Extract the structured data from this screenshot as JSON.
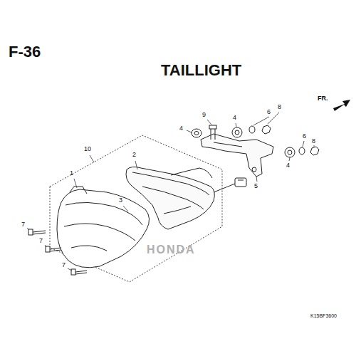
{
  "diagram": {
    "title": "TAILLIGHT",
    "labels": [
      "F-36",
      "10",
      "2",
      "1",
      "3",
      "7",
      "7",
      "7",
      "4",
      "9",
      "4",
      "6",
      "8",
      "6",
      "8",
      "4",
      "5",
      "FR.",
      "K15BF3600",
      "HONDA"
    ]
  }
}
